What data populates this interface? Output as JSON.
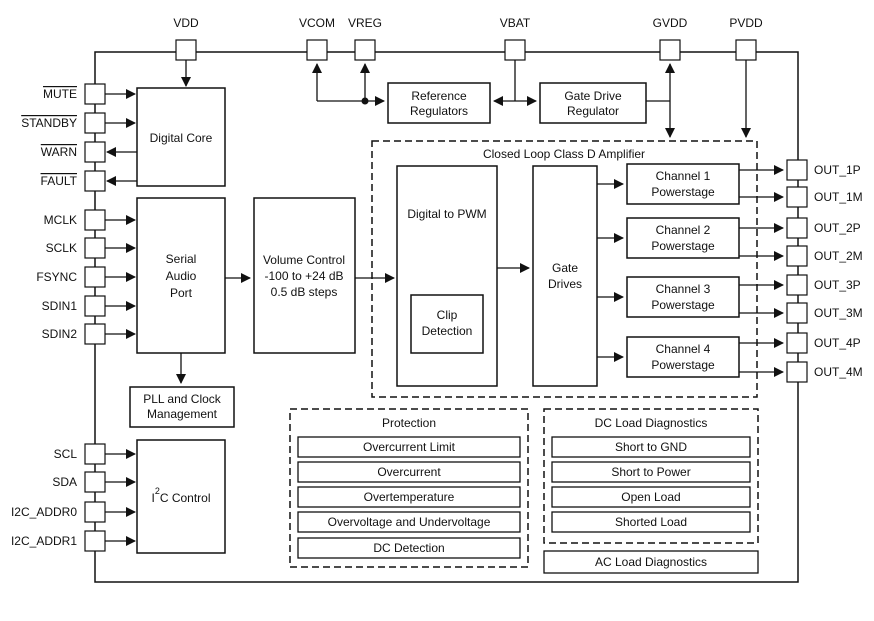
{
  "top_pins": {
    "vdd": "VDD",
    "vcom": "VCOM",
    "vreg": "VREG",
    "vbat": "VBAT",
    "gvdd": "GVDD",
    "pvdd": "PVDD"
  },
  "left_pins": {
    "mute": "MUTE",
    "standby": "STANDBY",
    "warn": "WARN",
    "fault": "FAULT",
    "mclk": "MCLK",
    "sclk": "SCLK",
    "fsync": "FSYNC",
    "sdin1": "SDIN1",
    "sdin2": "SDIN2",
    "scl": "SCL",
    "sda": "SDA",
    "i2c_addr0": "I2C_ADDR0",
    "i2c_addr1": "I2C_ADDR1"
  },
  "right_pins": {
    "out_1p": "OUT_1P",
    "out_1m": "OUT_1M",
    "out_2p": "OUT_2P",
    "out_2m": "OUT_2M",
    "out_3p": "OUT_3P",
    "out_3m": "OUT_3M",
    "out_4p": "OUT_4P",
    "out_4m": "OUT_4M"
  },
  "blocks": {
    "digital_core": "Digital Core",
    "serial_audio_port": [
      "Serial",
      "Audio",
      "Port"
    ],
    "volume_control": [
      "Volume Control",
      "-100 to +24 dB",
      "0.5 dB steps"
    ],
    "pll": [
      "PLL and Clock",
      "Management"
    ],
    "i2c_control": {
      "sup": "2",
      "pre": "I",
      "post": "C Control"
    },
    "reference_regulators": [
      "Reference",
      "Regulators"
    ],
    "gate_drive_regulator": [
      "Gate Drive",
      "Regulator"
    ],
    "amplifier_group": "Closed Loop Class D Amplifier",
    "digital_to_pwm": "Digital to PWM",
    "clip_detection": [
      "Clip",
      "Detection"
    ],
    "gate_drives": [
      "Gate",
      "Drives"
    ],
    "channels": [
      [
        "Channel 1",
        "Powerstage"
      ],
      [
        "Channel 2",
        "Powerstage"
      ],
      [
        "Channel 3",
        "Powerstage"
      ],
      [
        "Channel 4",
        "Powerstage"
      ]
    ]
  },
  "protection": {
    "title": "Protection",
    "items": [
      "Overcurrent Limit",
      "Overcurrent",
      "Overtemperature",
      "Overvoltage and Undervoltage",
      "DC Detection"
    ]
  },
  "dc_load_diagnostics": {
    "title": "DC Load Diagnostics",
    "items": [
      "Short to GND",
      "Short to Power",
      "Open Load",
      "Shorted Load"
    ]
  },
  "ac_load_diagnostics": "AC Load Diagnostics"
}
